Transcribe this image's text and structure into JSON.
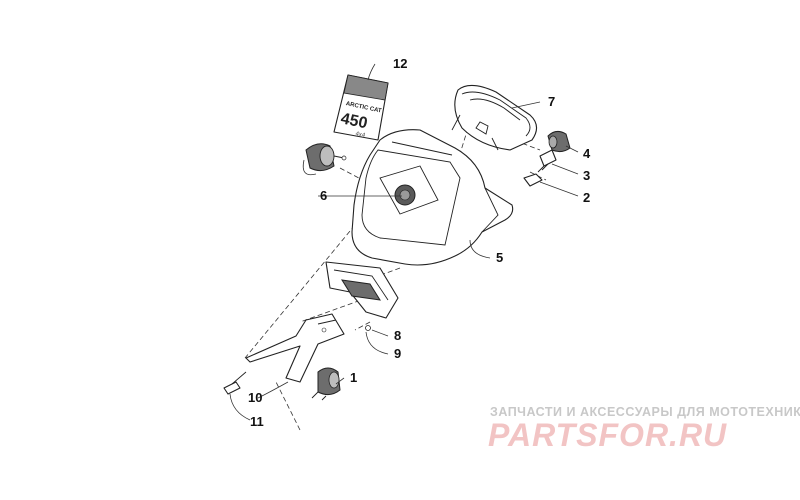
{
  "callouts": [
    {
      "id": "1",
      "label": "1"
    },
    {
      "id": "2",
      "label": "2"
    },
    {
      "id": "3",
      "label": "3"
    },
    {
      "id": "4",
      "label": "4"
    },
    {
      "id": "5",
      "label": "5"
    },
    {
      "id": "6",
      "label": "6"
    },
    {
      "id": "7",
      "label": "7"
    },
    {
      "id": "8",
      "label": "8"
    },
    {
      "id": "9",
      "label": "9"
    },
    {
      "id": "10",
      "label": "10"
    },
    {
      "id": "11",
      "label": "11"
    },
    {
      "id": "12",
      "label": "12"
    }
  ],
  "decal": {
    "brand": "ARCTIC CAT",
    "model": "450",
    "sub": "4x4"
  },
  "watermark": {
    "tagline": "ЗАПЧАСТИ И АКСЕССУАРЫ ДЛЯ МОТОТЕХНИКИ",
    "logo_text": "PARTSFOR.RU",
    "logo_color": "#f2c4c4",
    "tagline_color": "#c8c8c8"
  }
}
